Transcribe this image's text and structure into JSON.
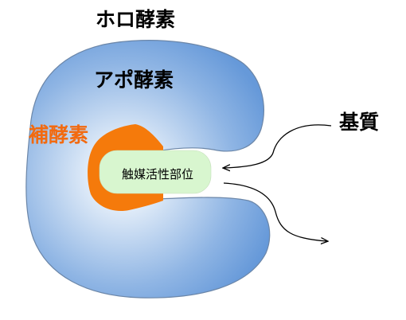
{
  "labels": {
    "holoenzyme": "ホロ酵素",
    "apoenzyme": "アポ酵素",
    "coenzyme": "補酵素",
    "substrate": "基質",
    "active_site": "触媒活性部位"
  },
  "colors": {
    "apoenzyme_fill_center": "#ffffff",
    "apoenzyme_fill_edge": "#5d93d6",
    "apoenzyme_stroke": "#6b86a8",
    "coenzyme_fill": "#f57a0b",
    "active_site_fill": "#d8f6cf",
    "coenzyme_text": "#f26a10",
    "text": "#000000"
  }
}
